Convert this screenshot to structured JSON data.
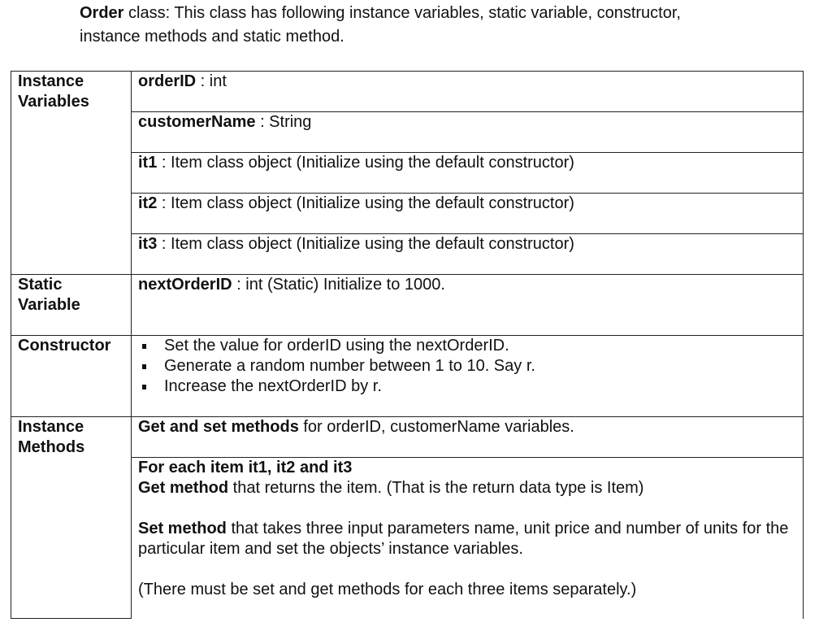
{
  "intro": {
    "class_name": "Order",
    "text_line1": " class: This class has following instance variables, static variable, constructor,",
    "text_line2": "instance methods and static method."
  },
  "table": {
    "instance_variables": {
      "label_line1": "Instance",
      "label_line2": "Variables",
      "rows": [
        {
          "name": "orderID",
          "desc": " : int"
        },
        {
          "name": "customerName",
          "desc": " : String"
        },
        {
          "name": "it1",
          "desc": " : Item class object (Initialize using the default constructor)"
        },
        {
          "name": "it2",
          "desc": " : Item class object (Initialize using the default constructor)"
        },
        {
          "name": "it3",
          "desc": " : Item class object (Initialize using the default constructor)"
        }
      ]
    },
    "static_variable": {
      "label_line1": "Static",
      "label_line2": "Variable",
      "name": "nextOrderID",
      "desc": " : int (Static) Initialize to 1000."
    },
    "constructor": {
      "label": "Constructor",
      "bullets": [
        "Set the value for orderID using the nextOrderID.",
        "Generate a random number  between 1 to 10. Say r.",
        "Increase the nextOrderID by r."
      ]
    },
    "instance_methods": {
      "label_line1": "Instance",
      "label_line2": "Methods",
      "row1": {
        "bold": "Get and set methods",
        "text": " for orderID, customerName variables."
      },
      "row2": {
        "heading": "For each item it1, it2 and it3",
        "get_bold": "Get method",
        "get_text": " that returns the item. (That is the return data type is Item)",
        "set_bold": "Set method",
        "set_text": " that takes three input parameters name, unit price and number of units for the particular item and set the objects’ instance variables.",
        "note": "(There must be set and get methods for each three items separately.)"
      }
    }
  }
}
